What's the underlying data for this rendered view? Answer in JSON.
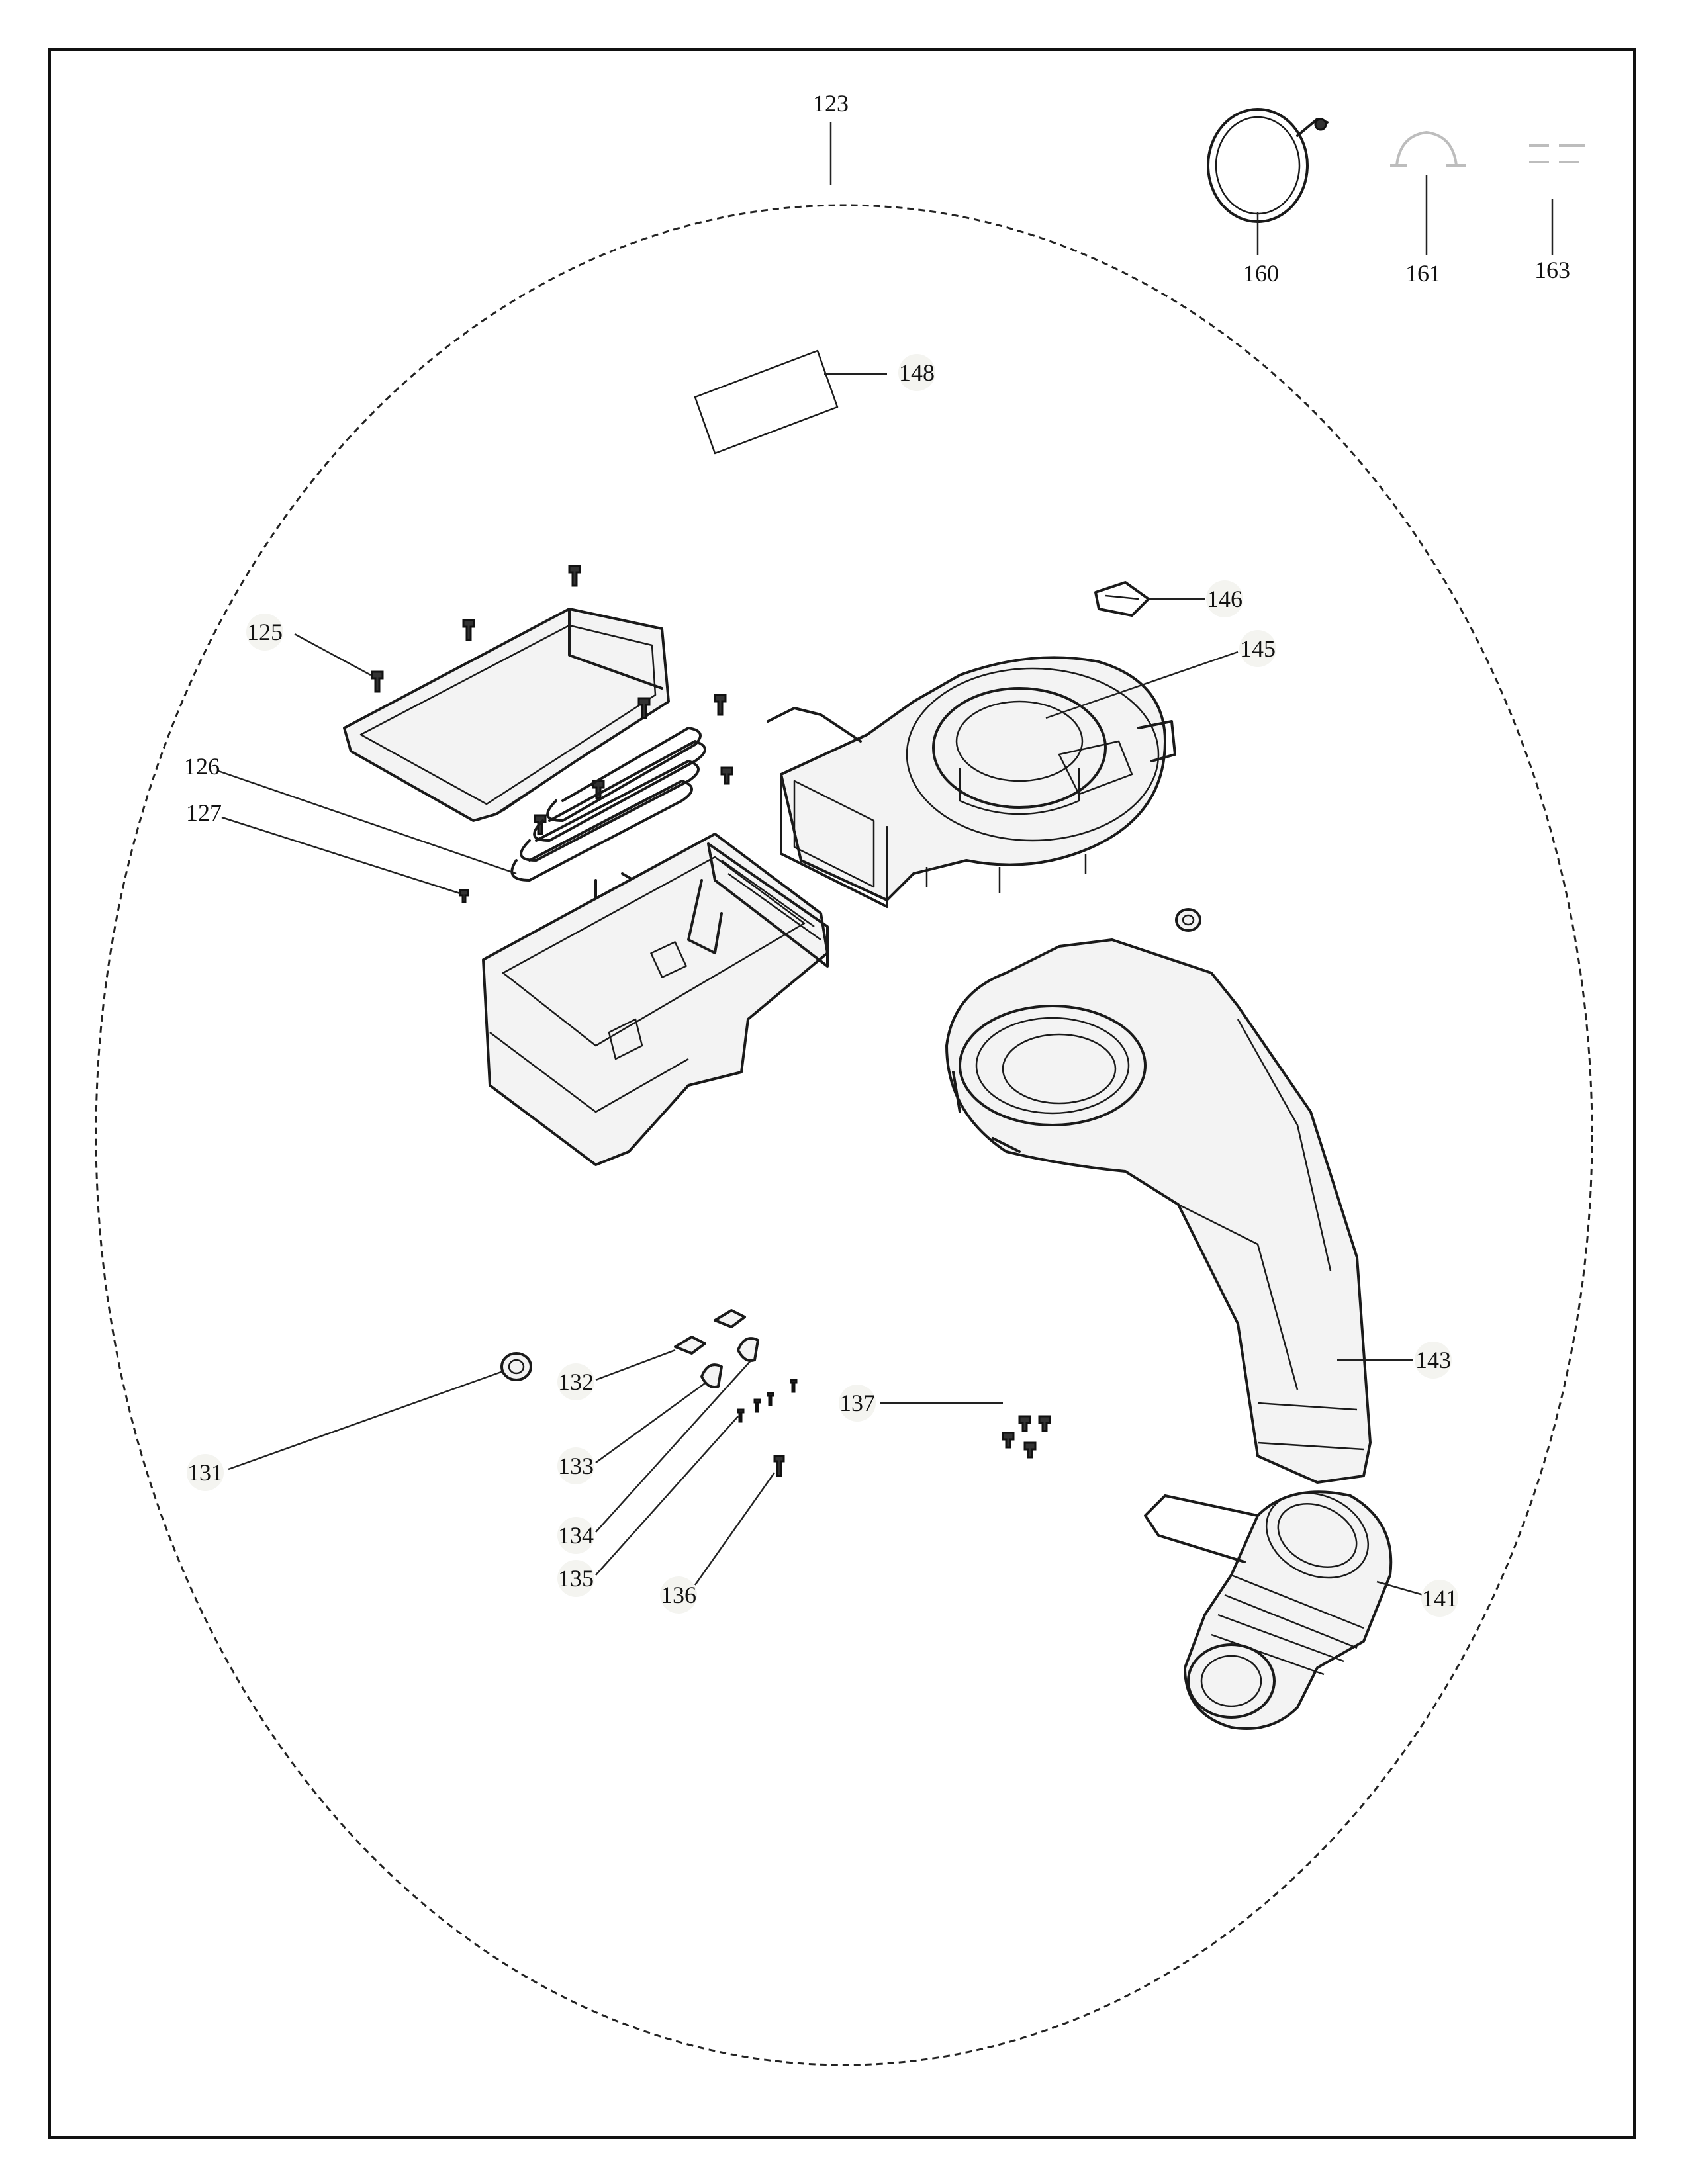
{
  "diagram": {
    "assembly_label": "123",
    "callouts": [
      {
        "id": "c125",
        "text": "125"
      },
      {
        "id": "c126",
        "text": "126"
      },
      {
        "id": "c127",
        "text": "127"
      },
      {
        "id": "c131",
        "text": "131"
      },
      {
        "id": "c132",
        "text": "132"
      },
      {
        "id": "c133",
        "text": "133"
      },
      {
        "id": "c134",
        "text": "134"
      },
      {
        "id": "c135",
        "text": "135"
      },
      {
        "id": "c136",
        "text": "136"
      },
      {
        "id": "c137",
        "text": "137"
      },
      {
        "id": "c141",
        "text": "141"
      },
      {
        "id": "c143",
        "text": "143"
      },
      {
        "id": "c145",
        "text": "145"
      },
      {
        "id": "c146",
        "text": "146"
      },
      {
        "id": "c148",
        "text": "148"
      },
      {
        "id": "c160",
        "text": "160"
      },
      {
        "id": "c161",
        "text": "161"
      },
      {
        "id": "c163",
        "text": "163"
      }
    ]
  }
}
